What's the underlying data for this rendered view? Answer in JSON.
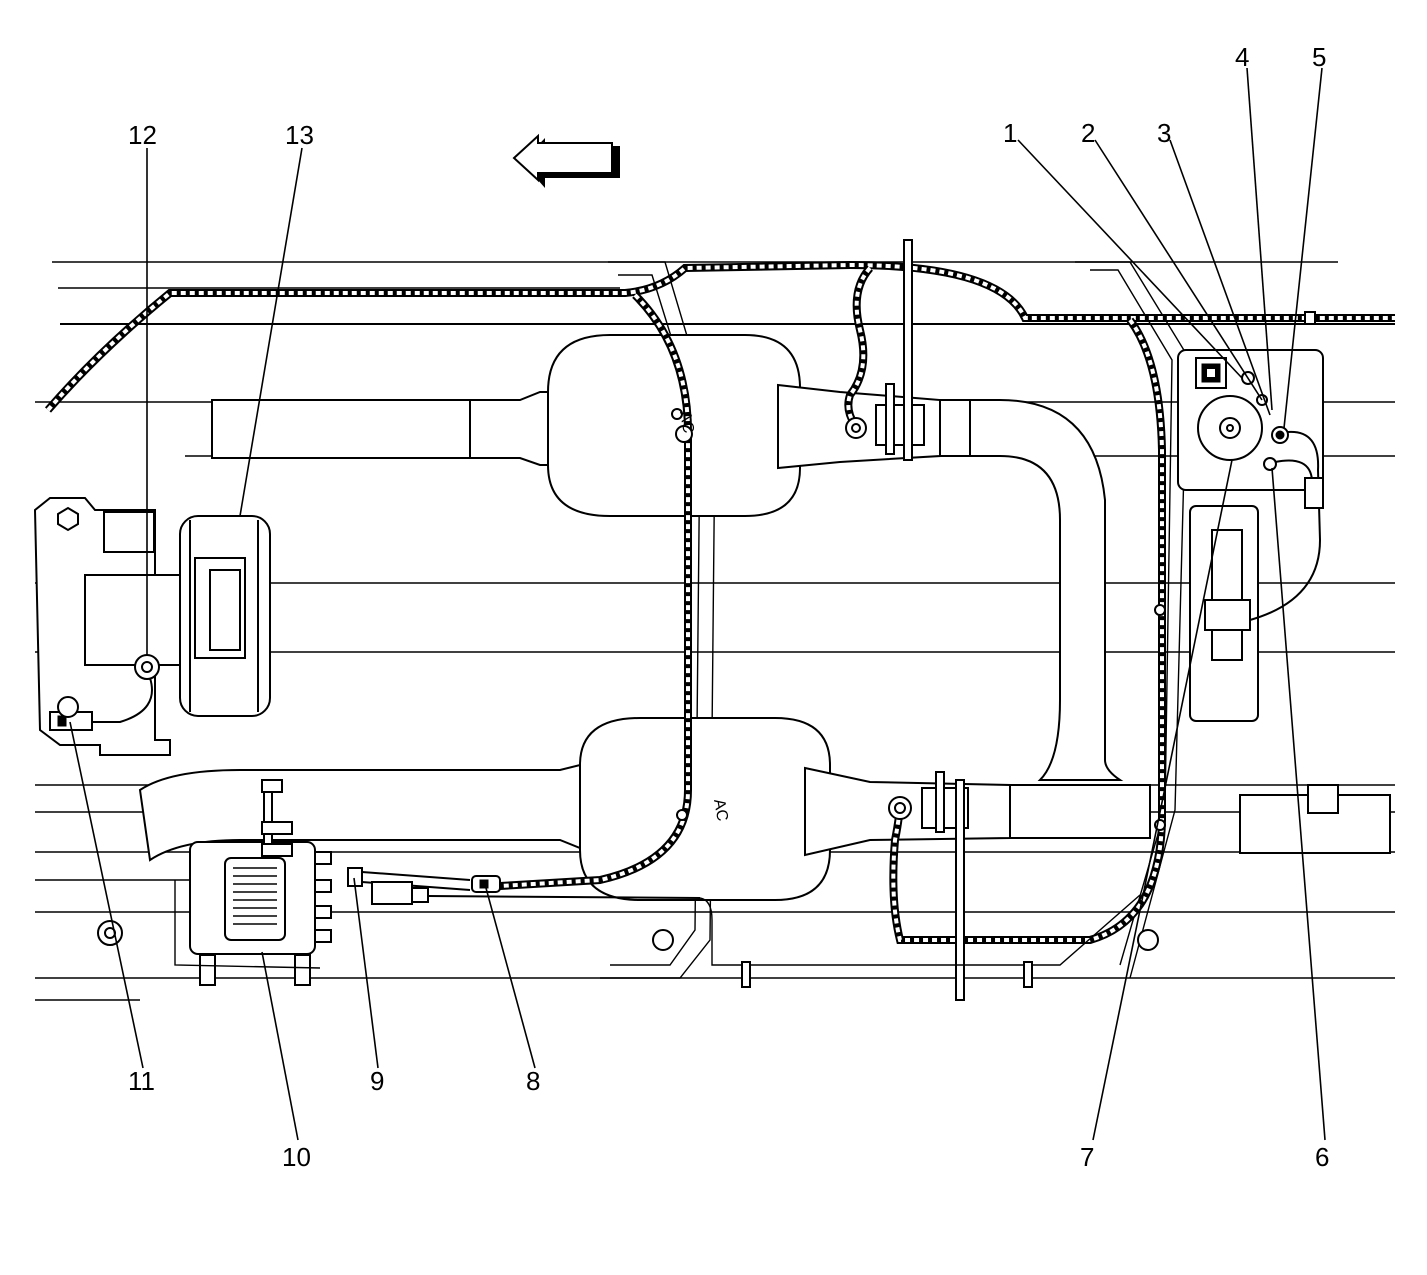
{
  "callouts": [
    "1",
    "2",
    "3",
    "4",
    "5",
    "6",
    "7",
    "8",
    "9",
    "10",
    "11",
    "12",
    "13"
  ],
  "labels": {
    "ac_top": "AC",
    "ac_bottom": "AC"
  },
  "colors": {
    "ink": "#000000",
    "paper": "#ffffff"
  },
  "icons": {
    "direction": "forward-arrow-icon"
  }
}
